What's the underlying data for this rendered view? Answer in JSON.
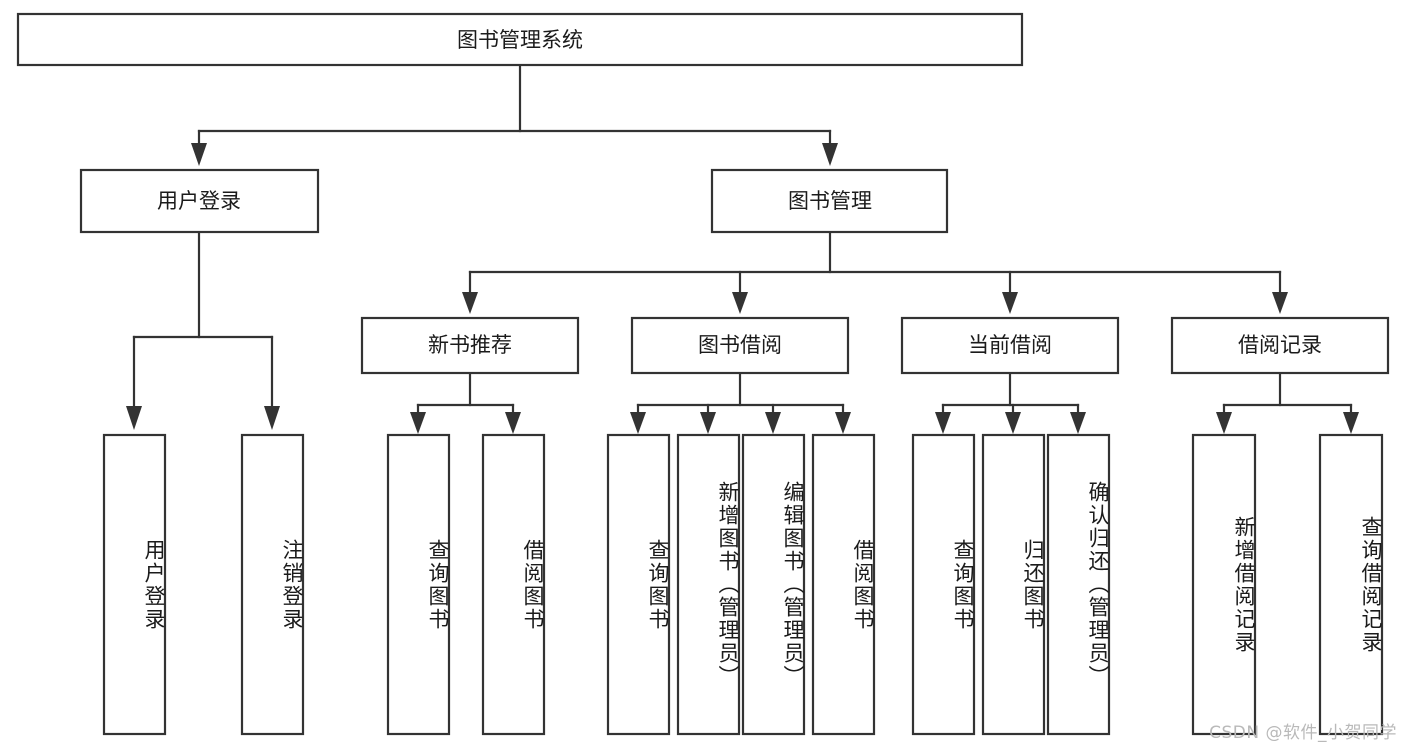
{
  "diagram": {
    "type": "tree",
    "title": "图书管理系统",
    "watermark": "CSDN @软件_小贺同学",
    "colors": {
      "box_stroke": "#333333",
      "box_fill": "#ffffff",
      "text": "#1b1b1b",
      "background": "#ffffff",
      "watermark": "#b9b9b9"
    },
    "root": {
      "label": "图书管理系统"
    },
    "level2": [
      {
        "label": "用户登录"
      },
      {
        "label": "图书管理"
      }
    ],
    "level3": [
      {
        "label": "新书推荐"
      },
      {
        "label": "图书借阅"
      },
      {
        "label": "当前借阅"
      },
      {
        "label": "借阅记录"
      }
    ],
    "leaves": {
      "user_login": [
        {
          "label": "用户登录"
        },
        {
          "label": "注销登录"
        }
      ],
      "new_book_recommend": [
        {
          "label": "查询图书"
        },
        {
          "label": "借阅图书"
        }
      ],
      "book_borrow": [
        {
          "label": "查询图书"
        },
        {
          "label": "新增图书（管理员）"
        },
        {
          "label": "编辑图书（管理员）"
        },
        {
          "label": "借阅图书"
        }
      ],
      "current_borrow": [
        {
          "label": "查询图书"
        },
        {
          "label": "归还图书"
        },
        {
          "label": "确认归还（管理员）"
        }
      ],
      "borrow_record": [
        {
          "label": "新增借阅记录"
        },
        {
          "label": "查询借阅记录"
        }
      ]
    }
  }
}
